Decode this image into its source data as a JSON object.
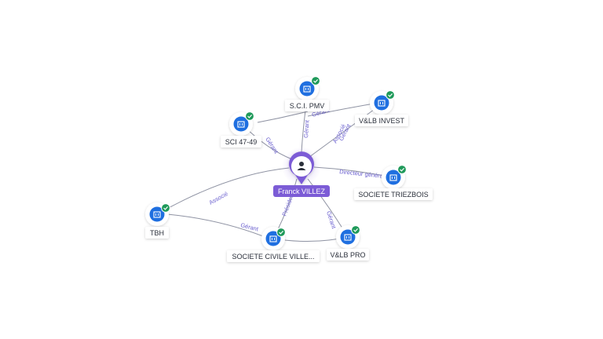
{
  "graph": {
    "center": {
      "name": "Franck VILLEZ",
      "icon": "person-icon"
    },
    "colors": {
      "center": "#7c5cd6",
      "company": "#1f6fe0",
      "check": "#1f9a5a",
      "edge_label": "#6a5fcf"
    },
    "companies": [
      {
        "id": "sci-pmv",
        "name": "S.C.I. PMV",
        "icon": "building-icon",
        "status_icon": "check-icon"
      },
      {
        "id": "sci-47-49",
        "name": "SCI 47-49",
        "icon": "building-icon",
        "status_icon": "check-icon"
      },
      {
        "id": "vlb-invest",
        "name": "V&LB INVEST",
        "icon": "building-icon",
        "status_icon": "check-icon"
      },
      {
        "id": "societe-triezbois",
        "name": "SOCIETE TRIEZBOIS",
        "icon": "building-icon",
        "status_icon": "check-icon"
      },
      {
        "id": "tbh",
        "name": "TBH",
        "icon": "building-icon",
        "status_icon": "check-icon"
      },
      {
        "id": "societe-civile-ville",
        "name": "SOCIETE CIVILE VILLE...",
        "icon": "building-icon",
        "status_icon": "check-icon"
      },
      {
        "id": "vlb-pro",
        "name": "V&LB PRO",
        "icon": "building-icon",
        "status_icon": "check-icon"
      }
    ],
    "relations": [
      {
        "id": "r1",
        "label": "Gérant"
      },
      {
        "id": "r2",
        "label": "Gérant"
      },
      {
        "id": "r3",
        "label": "Gérant"
      },
      {
        "id": "r4",
        "label": "Associé"
      },
      {
        "id": "r5",
        "label": "Gérant"
      },
      {
        "id": "r6",
        "label": "Directeur général"
      },
      {
        "id": "r7",
        "label": "Associé"
      },
      {
        "id": "r8",
        "label": "Gérant"
      },
      {
        "id": "r9",
        "label": "Président"
      },
      {
        "id": "r10",
        "label": "Gérant"
      }
    ]
  }
}
